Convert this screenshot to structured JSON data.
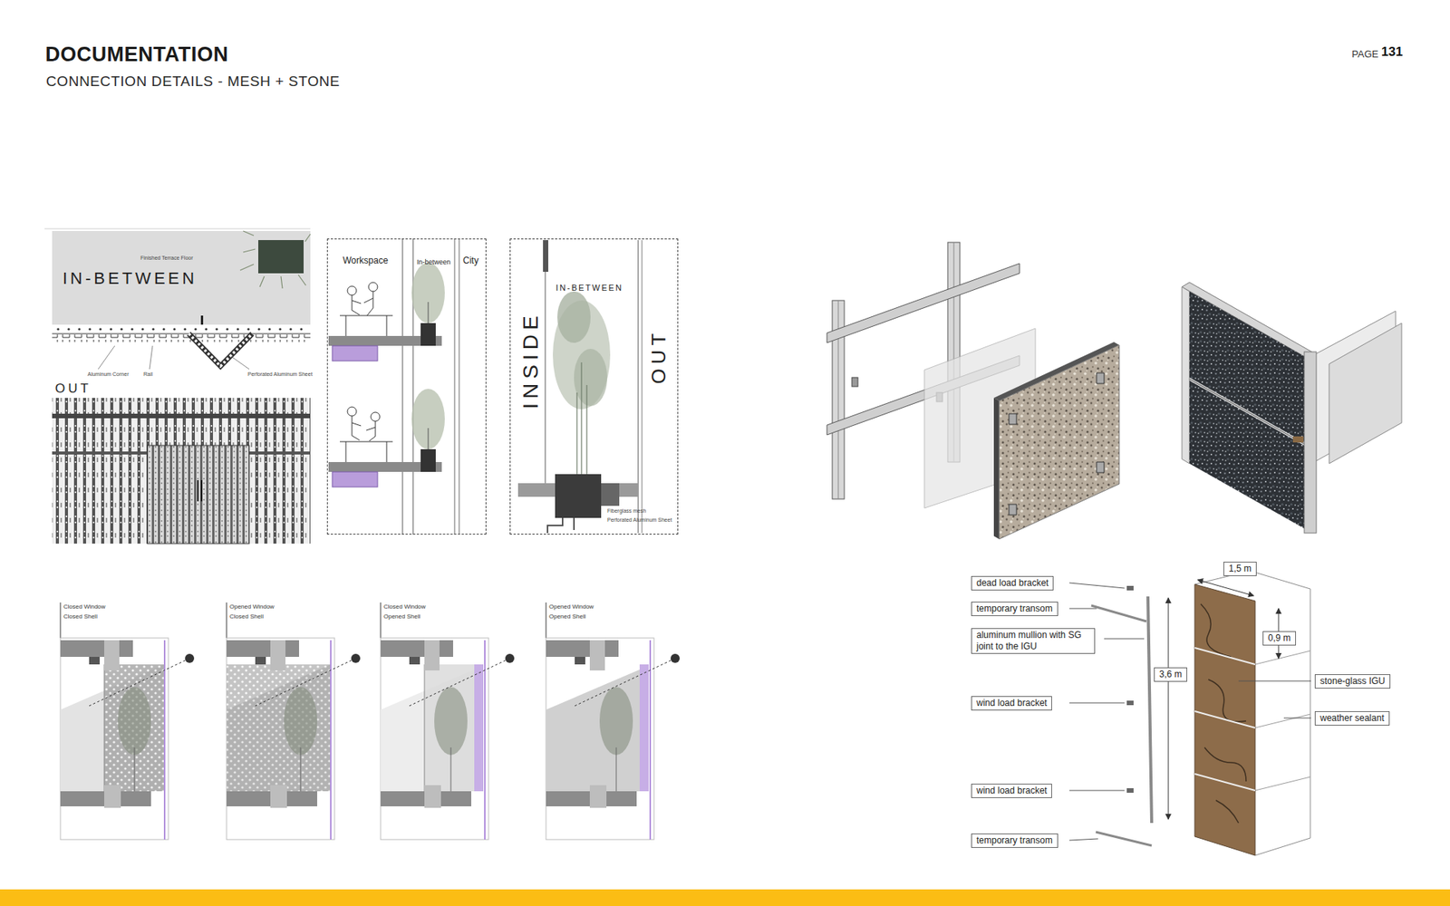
{
  "diagram": {
    "title": "DOCUMENTATION",
    "nodes": [
      {
        "text": [
          "Finished Terrace Floor",
          "IN-BETWEEN",
          "OUT",
          "Aluminum Corner",
          "Rail",
          "Perforated Aluminum Sheet"
        ]
      },
      {
        "text": [
          "Workspace",
          "In-between",
          "City"
        ]
      },
      {
        "text": [
          "IN-BETWEEN",
          "INSIDE",
          "OUT",
          "Fiberglass mesh",
          "Perforated Aluminum Sheet"
        ]
      },
      {
        "text": [
          "Closed Window",
          "Closed Shell"
        ]
      },
      {
        "text": [
          "Opened Window",
          "Closed Shell"
        ]
      },
      {
        "text": [
          "Closed Window",
          "Opened Shell"
        ]
      },
      {
        "text": [
          "Opened Window",
          "Opened Shell"
        ]
      },
      {
        "text": [
          "dead load bracket"
        ]
      },
      {
        "text": [
          "temporary transom"
        ]
      },
      {
        "text": [
          "aluminum mullion with SG joint to the IGU"
        ]
      },
      {
        "text": [
          "wind load bracket"
        ]
      },
      {
        "text": [
          "wind load bracket"
        ]
      },
      {
        "text": [
          "temporary transom"
        ]
      },
      {
        "text": [
          "1,5 m"
        ]
      },
      {
        "text": [
          "0,9 m"
        ]
      },
      {
        "text": [
          "3,6 m"
        ]
      },
      {
        "text": [
          "stone-glass IGU"
        ]
      },
      {
        "text": [
          "weather sealant"
        ]
      }
    ],
    "labels": [
      "CONNECTION DETAILS - MESH + STONE",
      "PAGE",
      "131"
    ]
  }
}
